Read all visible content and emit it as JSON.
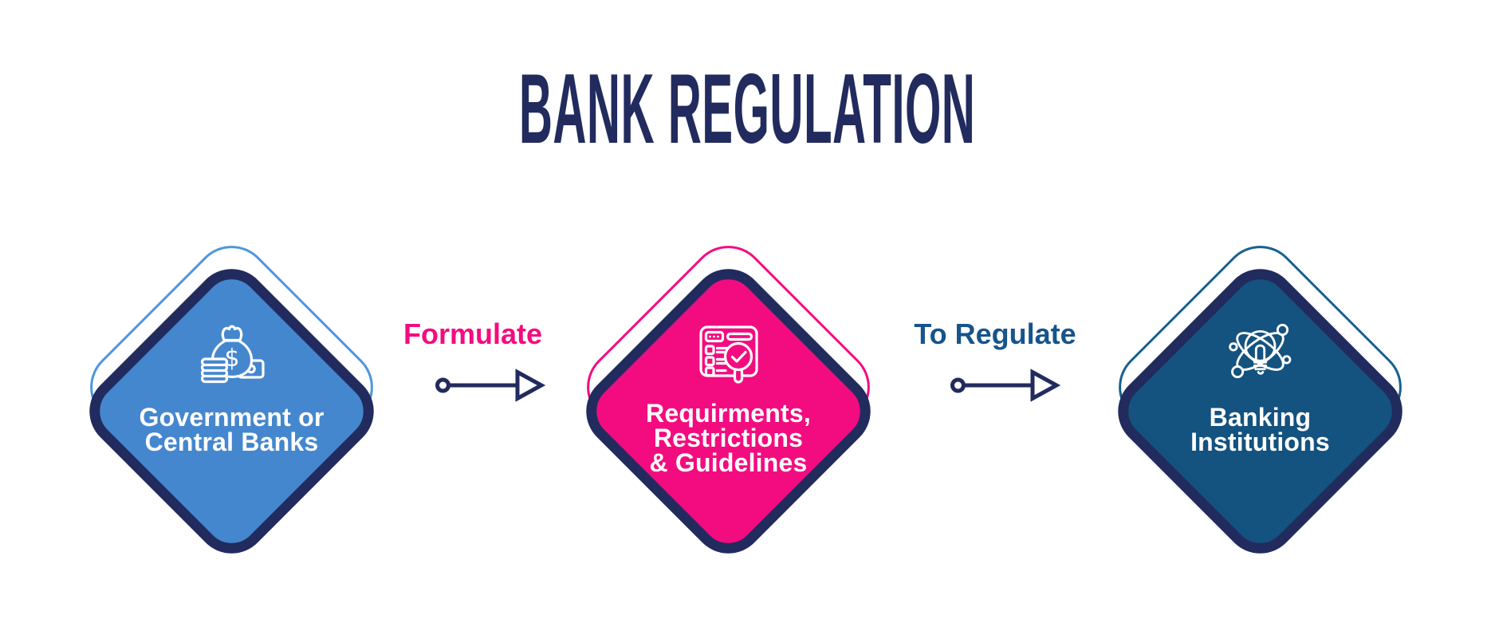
{
  "title": "BANK REGULATION",
  "colors": {
    "background": "#FFFFFF",
    "title_navy": "#222B5E",
    "diamond_border_navy": "#222B5E",
    "arrow_navy": "#222B5E",
    "label_text_white": "#FFFFFF"
  },
  "nodes": [
    {
      "id": "government-or-central-banks",
      "label_lines": [
        "Government or",
        "Central Banks"
      ],
      "fill": "#4587CE",
      "outline": "#4D96DF",
      "icon": "money-bag-icon"
    },
    {
      "id": "requirements-restrictions-guidelines",
      "label_lines": [
        "Requirments,",
        "Restrictions",
        "& Guidelines"
      ],
      "fill": "#F30C80",
      "outline": "#F30C80",
      "icon": "checklist-magnifier-icon"
    },
    {
      "id": "banking-institutions",
      "label_lines": [
        "Banking",
        "Institutions"
      ],
      "fill": "#14527F",
      "outline": "#16618F",
      "icon": "lightbulb-network-icon"
    }
  ],
  "arrows": [
    {
      "label": "Formulate",
      "label_color": "#F30C80"
    },
    {
      "label": "To Regulate",
      "label_color": "#17548B"
    }
  ]
}
